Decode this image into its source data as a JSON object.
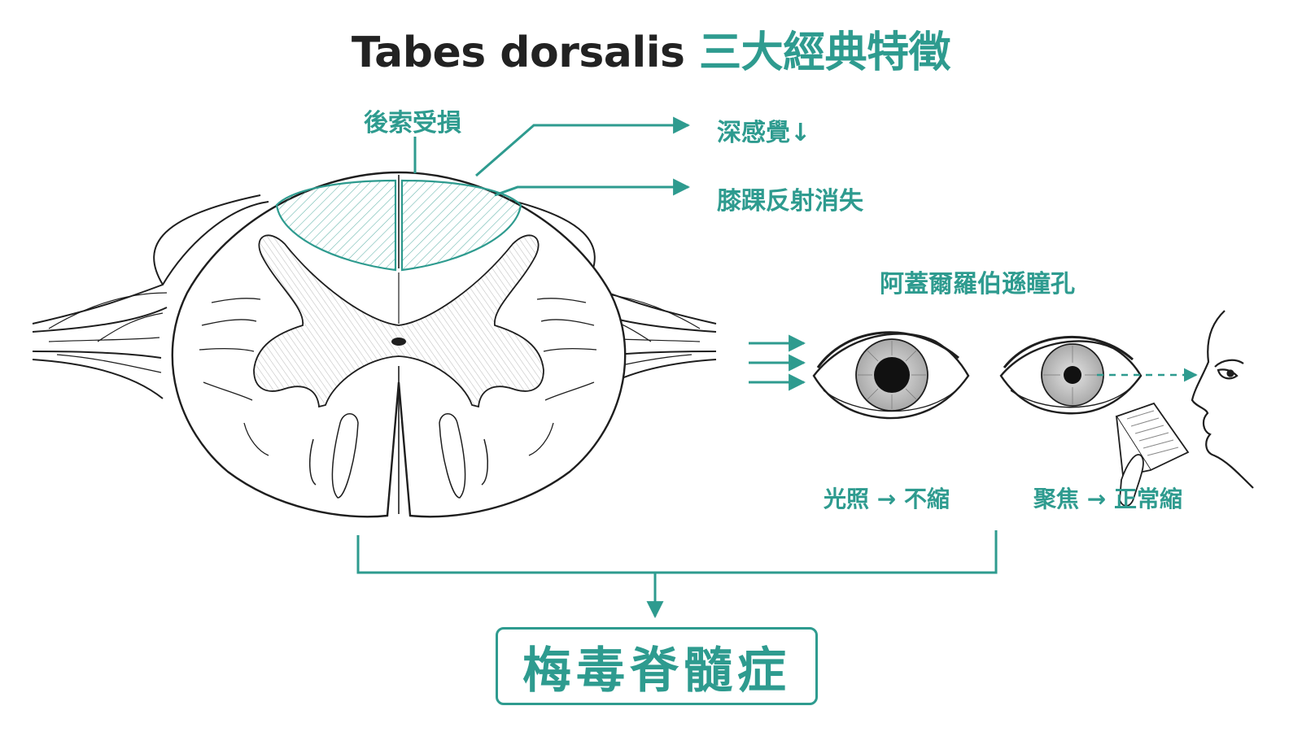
{
  "title": {
    "english": "Tabes dorsalis",
    "chinese": "三大經典特徵"
  },
  "labels": {
    "posterior_column": "後索受損",
    "deep_sensation": "深感覺↓",
    "knee_ankle_reflex": "膝踝反射消失",
    "argyll_robertson": "阿蓋爾羅伯遜瞳孔",
    "light_reaction": "光照 → 不縮",
    "near_reaction": "聚焦 → 正常縮"
  },
  "result": {
    "label": "梅毒脊髓症"
  },
  "colors": {
    "accent": "#2e9b8f",
    "ink": "#222222",
    "line": "#1e1e1e",
    "gray_matter": "#f1f1f1"
  },
  "icons": [
    "spinal-cord-cross-section",
    "eye-icon",
    "face-profile-icon",
    "book-icon",
    "arrow-icon"
  ]
}
